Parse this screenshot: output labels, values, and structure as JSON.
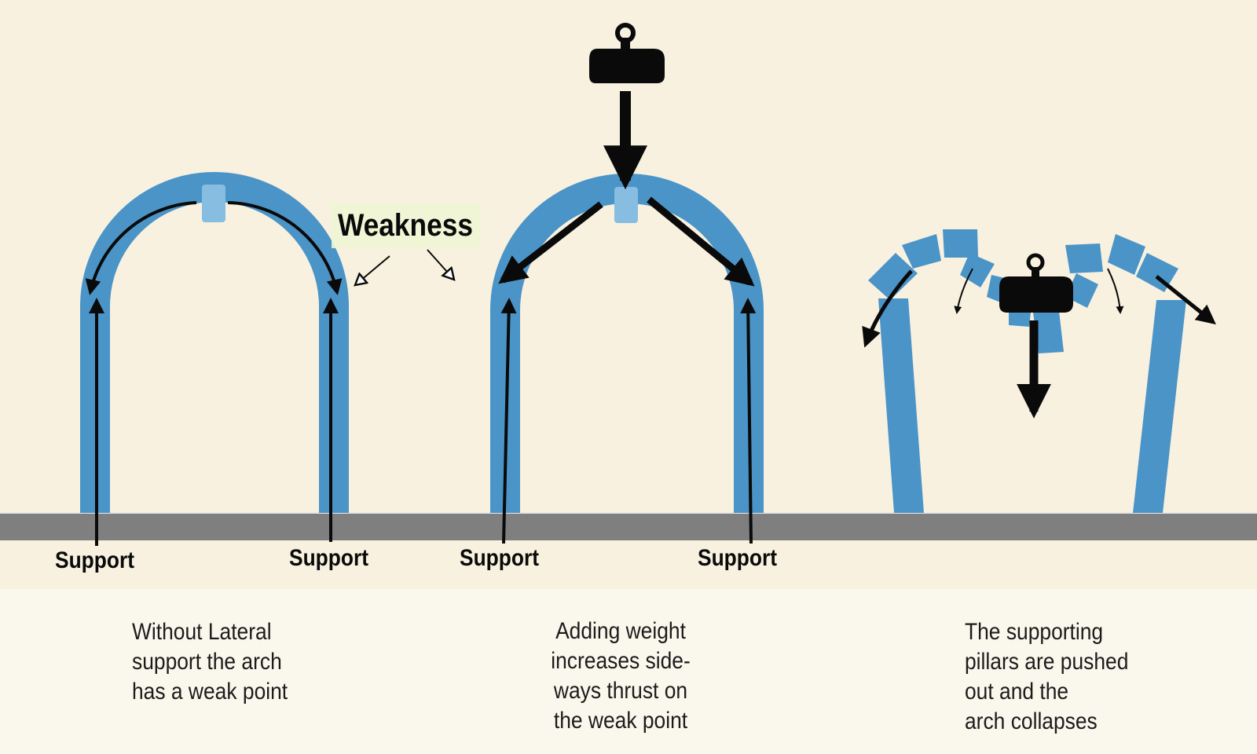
{
  "colors": {
    "background": "#f8f1df",
    "caption_background": "#faf7ec",
    "arch_blue": "#4b94c8",
    "ground": "#7f7f7f",
    "ink": "#0a0a0a",
    "highlight": "#eef5d4"
  },
  "labels": {
    "weakness": "Weakness",
    "support_1": "Support",
    "support_2": "Support",
    "support_3": "Support",
    "support_4": "Support"
  },
  "captions": {
    "panel_1": "Without Lateral\nsupport the arch\nhas a weak point",
    "panel_2": "Adding weight\nincreases side-\nways thrust on\nthe weak point",
    "panel_3": "The supporting\npillars are pushed\nout and the\narch collapses"
  },
  "icons": {
    "weight_top": "weight-icon",
    "weight_collapse": "weight-icon"
  }
}
